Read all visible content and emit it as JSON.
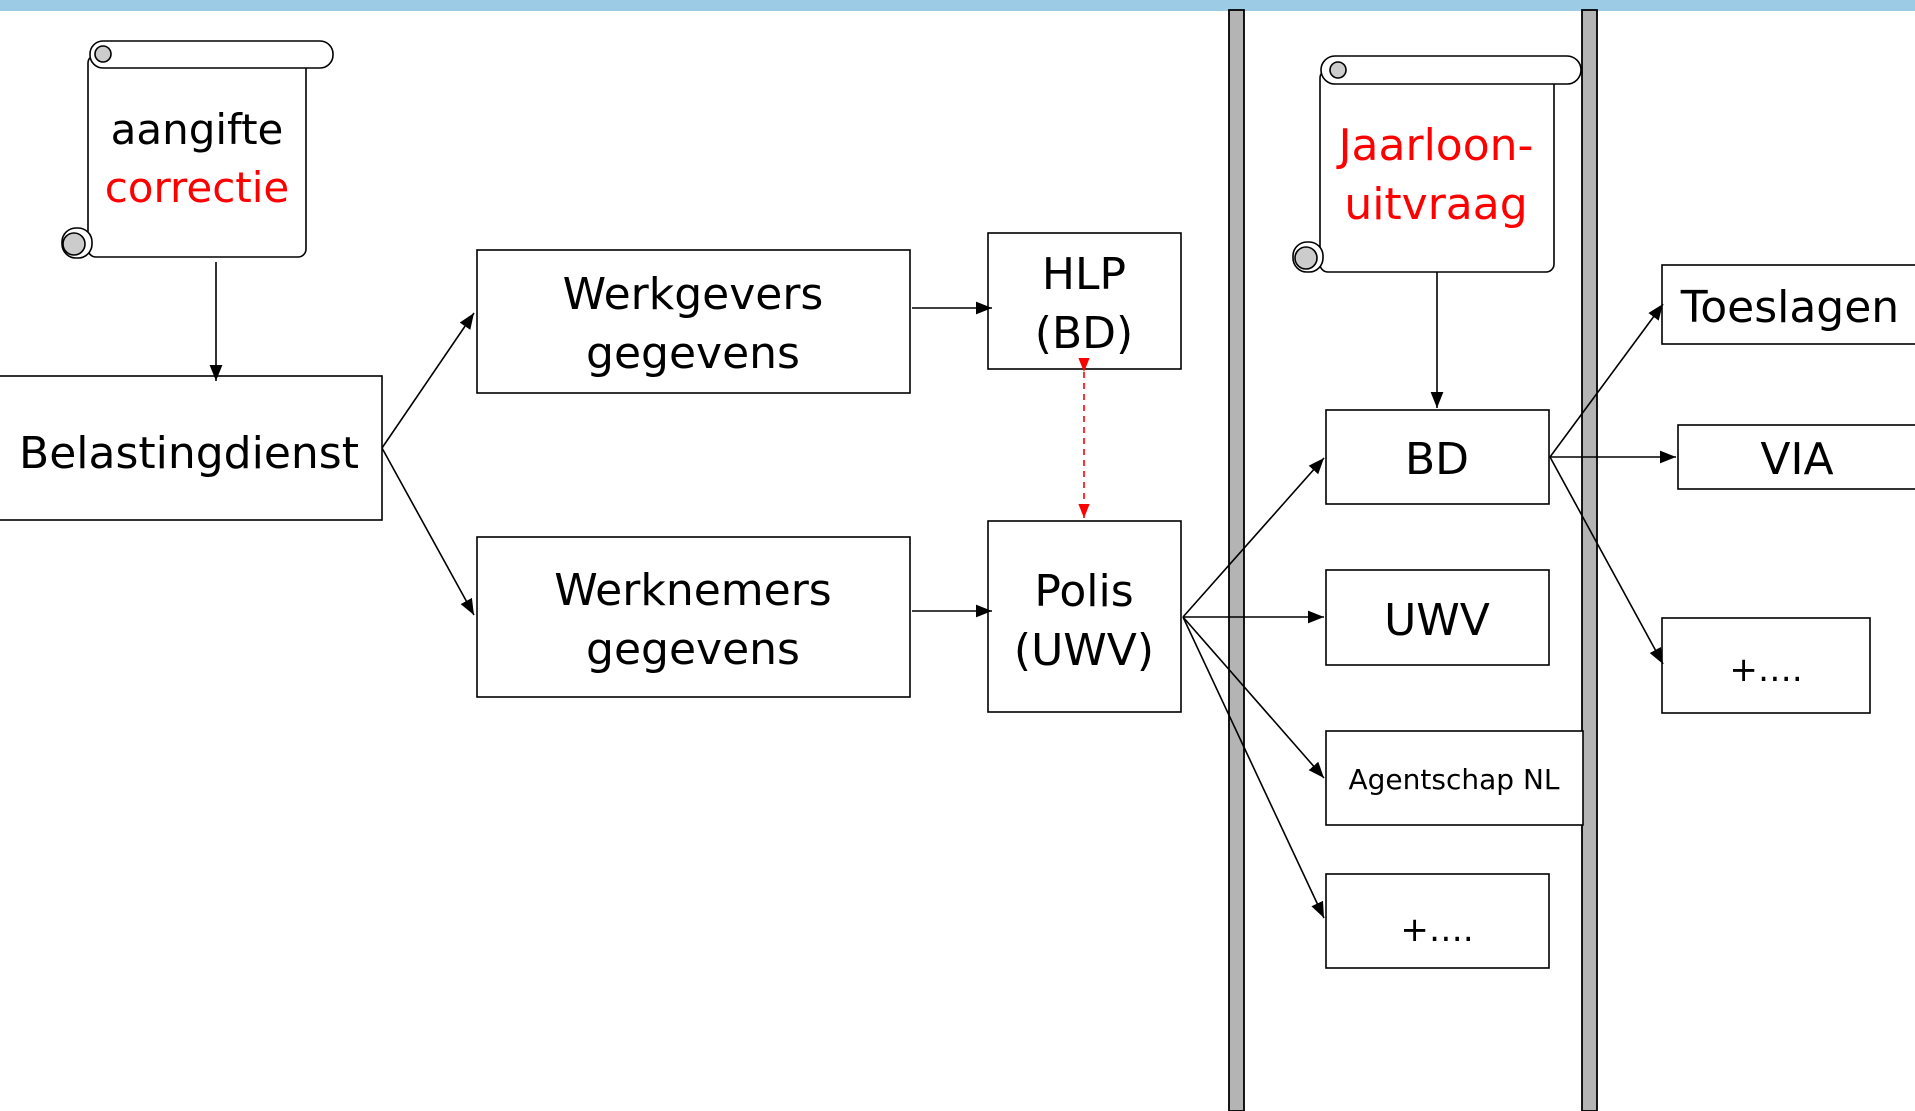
{
  "colors": {
    "top_bar": "#9ccbe6",
    "highlight_text": "#ff0000",
    "dashed_link": "#ff0000",
    "pillar": "#b4b4b4"
  },
  "scrolls": {
    "aangifte": {
      "line1": "aangifte",
      "line2": "correctie"
    },
    "jaarloon": {
      "line1": "Jaarloon-",
      "line2": "uitvraag"
    }
  },
  "nodes": {
    "belastingdienst": "Belastingdienst",
    "werkgevers": {
      "line1": "Werkgevers",
      "line2": "gegevens"
    },
    "werknemers": {
      "line1": "Werknemers",
      "line2": "gegevens"
    },
    "hlp": {
      "line1": "HLP",
      "line2": "(BD)"
    },
    "polis": {
      "line1": "Polis",
      "line2": "(UWV)"
    },
    "bd": "BD",
    "uwv": "UWV",
    "agentschap": "Agentschap NL",
    "more_middle": "+….",
    "toeslagen": "Toeslagen",
    "via": "VIA",
    "more_right": "+…."
  }
}
